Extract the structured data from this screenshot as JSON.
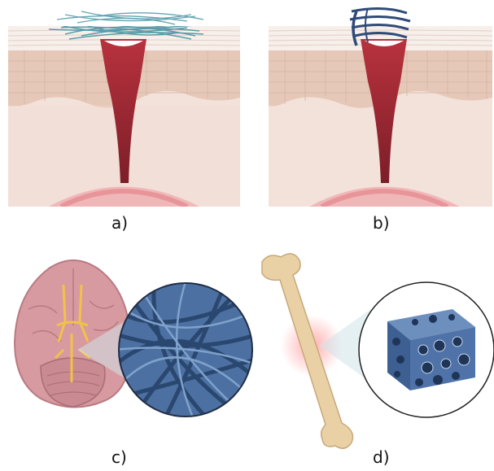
{
  "panels": [
    {
      "id": "a",
      "label": "a)"
    },
    {
      "id": "b",
      "label": "b)"
    },
    {
      "id": "c",
      "label": "c)"
    },
    {
      "id": "d",
      "label": "d)"
    }
  ],
  "colors": {
    "skin_top": "#f7ebe4",
    "epidermis": "#e6c7b7",
    "dermis": "#f1ddd3",
    "wound": "#9b2a33",
    "vessel": "#e8a4a6",
    "fiber_teal": "#3f8fa0",
    "suture_navy": "#2f4a7a",
    "brain": "#d99aa0",
    "nerve": "#f1c24a",
    "scaffold_blue": "#355a8c",
    "bone": "#ead2a8"
  }
}
